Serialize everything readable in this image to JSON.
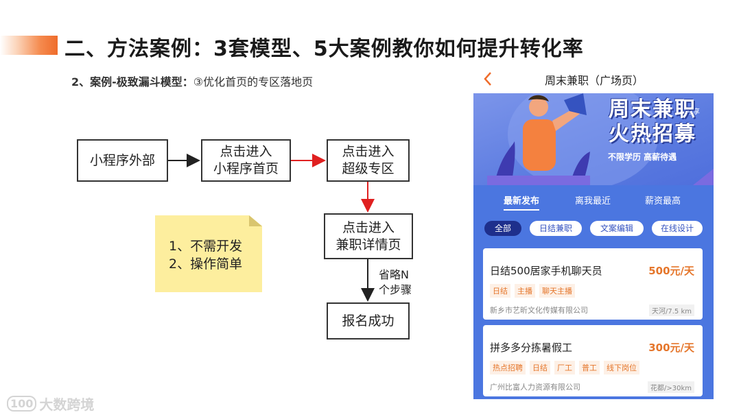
{
  "header": {
    "title": "二、方法案例：3套模型、5大案例教你如何提升转化率",
    "subtitle_bold": "2、案例-极致漏斗模型：",
    "subtitle_normal": "③优化首页的专区落地页"
  },
  "flow": {
    "nodes": [
      {
        "id": "outside",
        "label": "小程序外部"
      },
      {
        "id": "home",
        "label": "点击进入\n小程序首页"
      },
      {
        "id": "zone",
        "label": "点击进入\n超级专区"
      },
      {
        "id": "detail",
        "label": "点击进入\n兼职详情页"
      },
      {
        "id": "success",
        "label": "报名成功"
      }
    ],
    "edge_label": "省略N\n个步骤",
    "note": "1、不需开发\n2、操作简单"
  },
  "phone": {
    "page_title": "周末兼职（广场页）",
    "banner_title": "周末兼职\n火热招募",
    "banner_sub": "不限学历  高薪待遇",
    "share_label": "分享",
    "tabs": [
      "最新发布",
      "离我最近",
      "薪资最高"
    ],
    "chips": [
      "全部",
      "日结兼职",
      "文案编辑",
      "在线设计"
    ],
    "jobs": [
      {
        "title": "日结500居家手机聊天员",
        "pay": "500元/天",
        "tags": [
          "日结",
          "主播",
          "聊天主播"
        ],
        "company": "新乡市艺昕文化传媒有限公司",
        "distance": "天河/7.5 km"
      },
      {
        "title": "拼多多分拣暑假工",
        "pay": "300元/天",
        "tags": [
          "热点招聘",
          "日结",
          "厂工",
          "普工",
          "线下岗位"
        ],
        "company": "广州比富人力资源有限公司",
        "distance": "花都/>30km"
      }
    ]
  },
  "watermark": {
    "logo_text": "100",
    "text": "大数跨境"
  },
  "colors": {
    "accent_orange": "#ef6c2b",
    "arrow_red": "#e02020",
    "phone_blue": "#4b76e0",
    "note_yellow": "#fdee9e"
  }
}
